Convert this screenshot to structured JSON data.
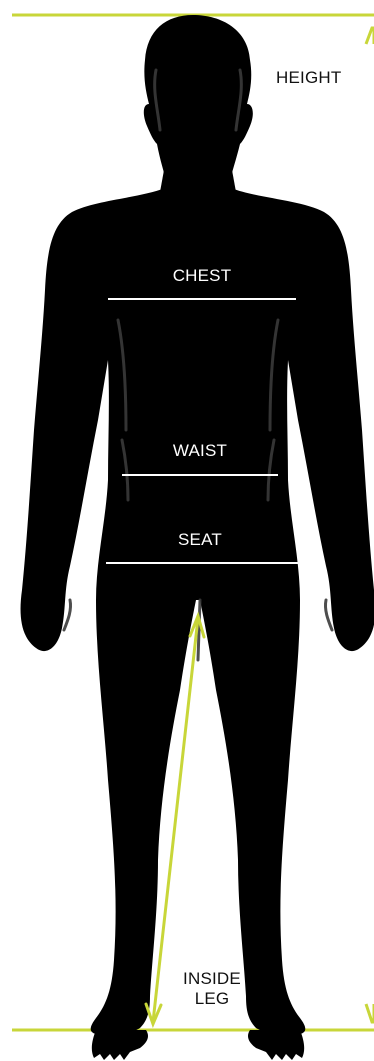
{
  "diagram": {
    "labels": {
      "height": "HEIGHT",
      "chest": "CHEST",
      "waist": "WAIST",
      "seat": "SEAT",
      "inside_leg_line1": "INSIDE",
      "inside_leg_line2": "LEG"
    },
    "colors": {
      "accent": "#c8d639",
      "silhouette": "#000000",
      "silhouette_shading": "#3a3a3a",
      "measure_line": "#ffffff",
      "background": "#ffffff"
    }
  }
}
